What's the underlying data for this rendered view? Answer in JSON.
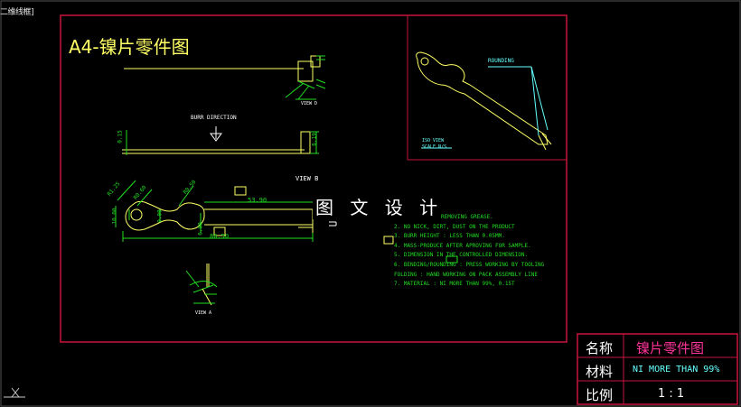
{
  "app": {
    "view_label": "二维线框]"
  },
  "sheet": {
    "title": "A4-镍片零件图"
  },
  "views": {
    "view_d": "VIEW D",
    "view_b": "VIEW B",
    "view_a": "VIEW A",
    "burr_direction": "BURR DIRECTION",
    "rounding": "ROUNDING",
    "iso_view": "ISO  VIEW",
    "iso_scale": "SCALE N/S"
  },
  "dimensions": {
    "d_015": "0.15",
    "d_619": "6.19",
    "d_5390": "53.90",
    "d_r125": "R1.25",
    "d_r060": "R0.60",
    "d_r050": "R0.50",
    "d_1000": "10.00",
    "d_900": "9.00",
    "d_600": "6.00",
    "d_8650": "86.50"
  },
  "notes": [
    "REMOVING GREASE.",
    "2. NO NICK, DIRT, DUST ON THE PRODUCT",
    "3. BURR HEIGHT : LESS THAN 0.05MM.",
    "4. MASS-PRODUCE AFTER APROVING FOR SAMPLE.",
    "5. DIMENSION IN THE       CONTROLLED DIMENSION.",
    "6. BENDING/ROUNDING : PRESS WORKING BY TOOLING",
    "    FOLDING : HAND WORKING ON PACK ASSEMBLY LINE",
    "7. MATERIAL : NI MORE THAN 99%, 0.15T"
  ],
  "watermark": "图 文 设 计",
  "title_block": {
    "name_label": "名称",
    "name_value": "镍片零件图",
    "material_label": "材料",
    "material_value": "NI MORE THAN 99%",
    "scale_label": "比例",
    "scale_value": "1 : 1"
  },
  "colors": {
    "border": "#c8143c",
    "part": "#ffff66",
    "dimension": "#22dd22",
    "annotation": "#66ffff",
    "title_value": "#ff3399"
  }
}
